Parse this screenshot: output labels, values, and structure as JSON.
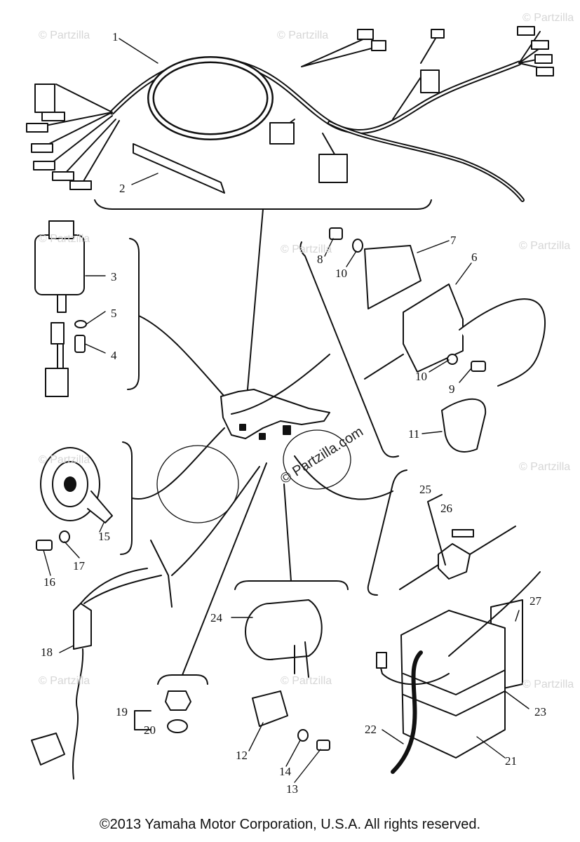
{
  "watermark": {
    "text": "© Partzilla",
    "center_text": "© Partzilla.com"
  },
  "callouts": [
    "1",
    "2",
    "3",
    "4",
    "5",
    "6",
    "7",
    "8",
    "9",
    "10",
    "10",
    "11",
    "12",
    "13",
    "14",
    "15",
    "16",
    "17",
    "18",
    "19",
    "20",
    "21",
    "22",
    "23",
    "24",
    "25",
    "26",
    "27"
  ],
  "footer": {
    "copyright": "©2013 Yamaha Motor Corporation, U.S.A. All rights reserved."
  },
  "colors": {
    "ink": "#111111",
    "watermark": "#d6d6d6",
    "background": "#ffffff"
  }
}
